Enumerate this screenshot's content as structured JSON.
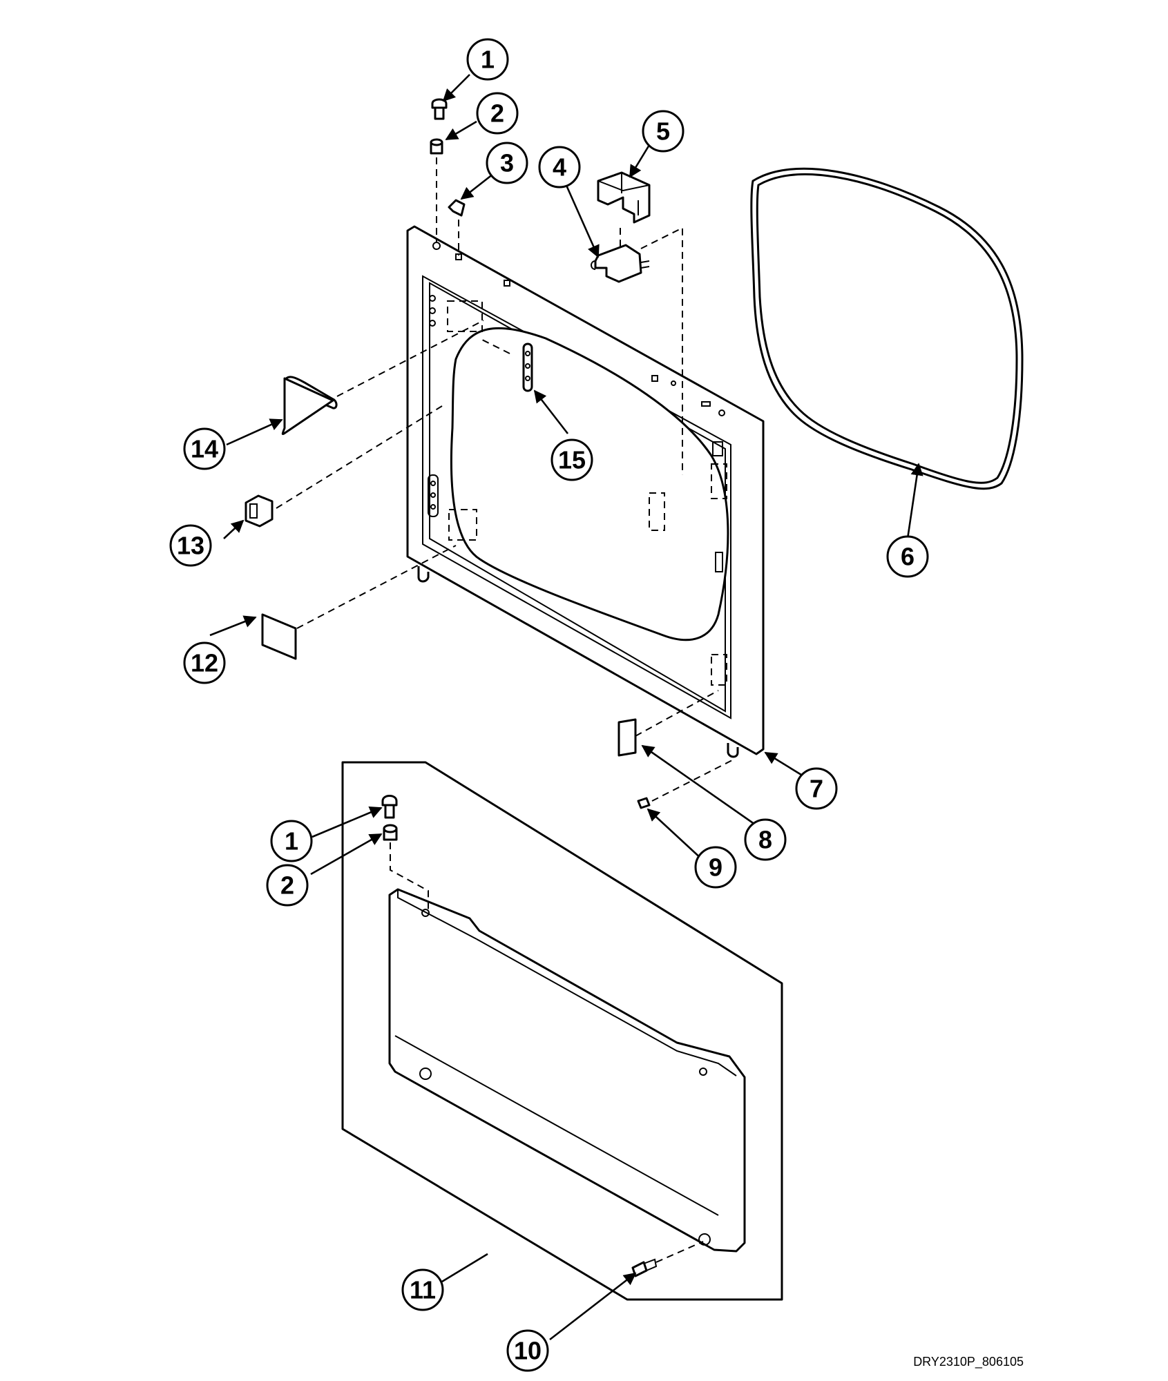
{
  "callouts": [
    "1",
    "2",
    "3",
    "4",
    "5",
    "6",
    "7",
    "8",
    "9",
    "10",
    "11",
    "12",
    "13",
    "14",
    "15"
  ],
  "drawing_code": "DRY2310P_806105",
  "colors": {
    "line": "#000000",
    "background": "#ffffff"
  }
}
